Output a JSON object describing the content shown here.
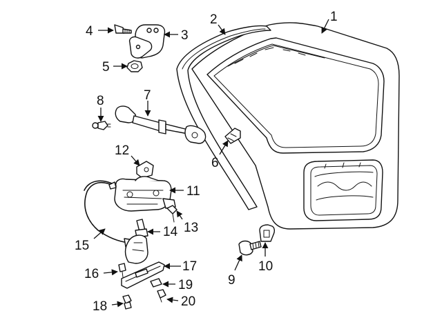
{
  "diagram": {
    "colors": {
      "line": "#111111",
      "fill": "#ffffff",
      "shade": "#e6e6e6"
    },
    "callouts": [
      "1",
      "2",
      "3",
      "4",
      "5",
      "6",
      "7",
      "8",
      "9",
      "10",
      "11",
      "12",
      "13",
      "14",
      "15",
      "16",
      "17",
      "18",
      "19",
      "20"
    ]
  }
}
